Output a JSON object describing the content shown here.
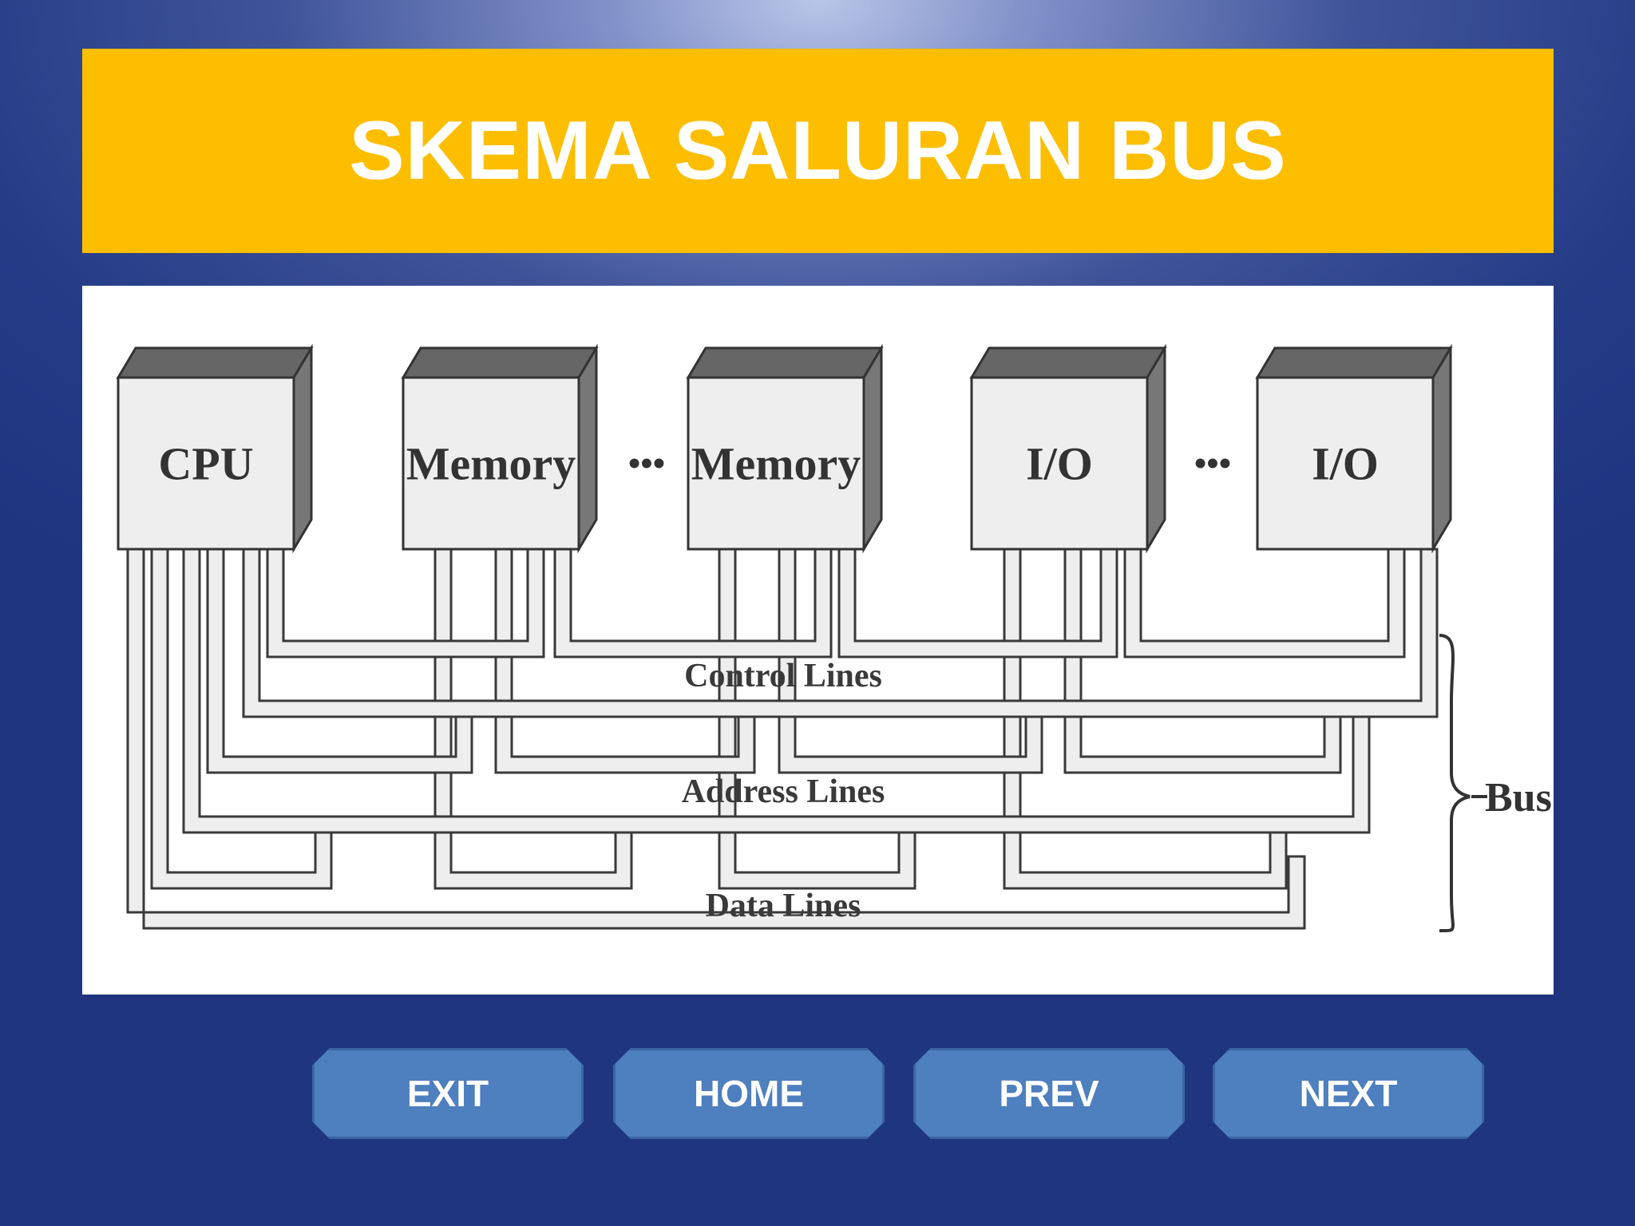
{
  "slide": {
    "title": "SKEMA SALURAN BUS"
  },
  "diagram": {
    "modules": [
      "CPU",
      "Memory",
      "Memory",
      "I/O",
      "I/O"
    ],
    "ellipsis": "•••",
    "lines": {
      "control": "Control Lines",
      "address": "Address Lines",
      "data": "Data Lines"
    },
    "bus_label": "Bus"
  },
  "nav": {
    "exit": "EXIT",
    "home": "HOME",
    "prev": "PREV",
    "next": "NEXT"
  }
}
